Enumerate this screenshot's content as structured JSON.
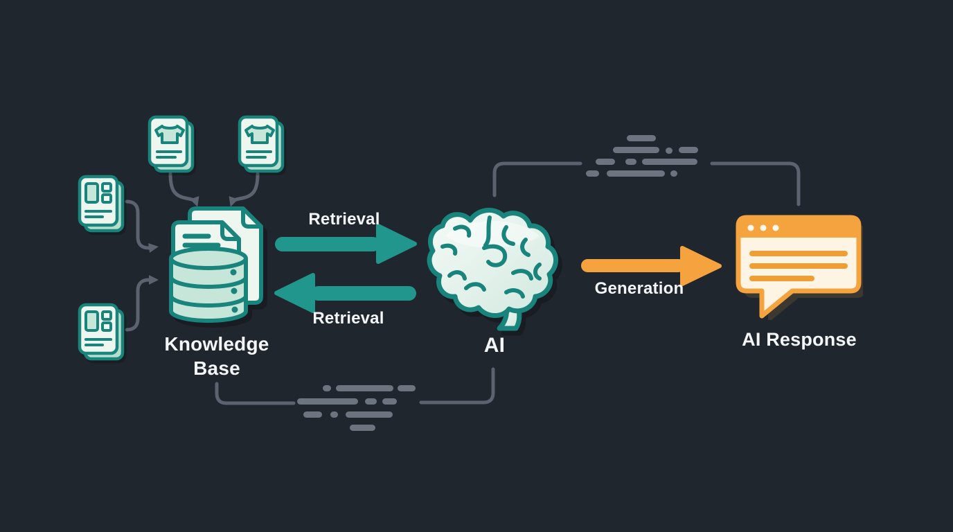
{
  "diagram": {
    "type": "flow",
    "topic": "retrieval-augmented-generation",
    "nodes": [
      {
        "id": "knowledge-base",
        "label": "Knowledge Base",
        "icon": "database-documents-icon",
        "accent_color": "#21968c"
      },
      {
        "id": "ai",
        "label": "AI",
        "icon": "brain-icon",
        "accent_color": "#21968c"
      },
      {
        "id": "ai-response",
        "label": "AI Response",
        "icon": "chat-bubble-icon",
        "accent_color": "#f5a33f"
      }
    ],
    "edges": [
      {
        "from": "knowledge-base",
        "to": "ai",
        "label": "Retrieval",
        "color": "#21968c",
        "direction": "right"
      },
      {
        "from": "ai",
        "to": "knowledge-base",
        "label": "Retrieval",
        "color": "#21968c",
        "direction": "left"
      },
      {
        "from": "ai",
        "to": "ai-response",
        "label": "Generation",
        "color": "#f5a33f",
        "direction": "right"
      }
    ],
    "source_documents": [
      {
        "id": "product-doc-1",
        "icon": "product-sheet-icon",
        "position": "top-left"
      },
      {
        "id": "product-doc-2",
        "icon": "product-sheet-icon",
        "position": "top"
      },
      {
        "id": "catalog-doc-1",
        "icon": "catalog-page-icon",
        "position": "left-upper"
      },
      {
        "id": "catalog-doc-2",
        "icon": "catalog-page-icon",
        "position": "left-lower"
      }
    ],
    "colors": {
      "background": "#20262d",
      "teal": "#21968c",
      "teal_stroke": "#18847b",
      "mint_light": "#edf7ef",
      "mint_mid": "#c7e6da",
      "mint_deep": "#b6decf",
      "orange": "#f5a33f",
      "orange_deep": "#ef9d35",
      "cream": "#fdf4e3",
      "connector": "#5b6370",
      "dash": "#6c7480",
      "text": "#f3f5f7"
    },
    "text_dash_clusters": [
      {
        "id": "top-context-dashes",
        "segments": [
          [
            905,
            195,
            42
          ],
          [
            885,
            212,
            67
          ],
          [
            961,
            213,
            10
          ],
          [
            980,
            212,
            28
          ],
          [
            860,
            229,
            28
          ],
          [
            903,
            229,
            16
          ],
          [
            927,
            229,
            80
          ],
          [
            846,
            246,
            19
          ],
          [
            876,
            246,
            84
          ],
          [
            968,
            246,
            10
          ]
        ]
      },
      {
        "id": "bottom-context-dashes",
        "segments": [
          [
            466,
            556,
            12
          ],
          [
            485,
            556,
            83
          ],
          [
            574,
            556,
            26
          ],
          [
            429,
            575,
            88
          ],
          [
            527,
            575,
            17
          ],
          [
            552,
            575,
            21
          ],
          [
            438,
            594,
            27
          ],
          [
            477,
            594,
            11
          ],
          [
            499,
            594,
            68
          ],
          [
            505,
            613,
            37
          ]
        ]
      }
    ]
  }
}
